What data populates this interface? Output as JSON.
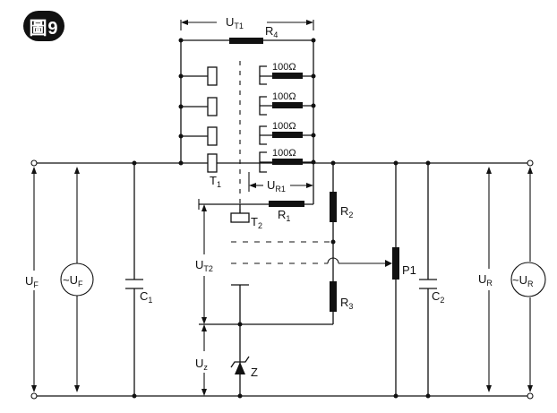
{
  "figure": {
    "badge": "圖9"
  },
  "labels": {
    "ut1": {
      "main": "U",
      "sub": "T1"
    },
    "r4": {
      "main": "R",
      "sub": "4"
    },
    "ohm": [
      "100Ω",
      "100Ω",
      "100Ω",
      "100Ω"
    ],
    "t1": {
      "main": "T",
      "sub": "1"
    },
    "ur1": {
      "main": "U",
      "sub": "R1"
    },
    "r1": {
      "main": "R",
      "sub": "1"
    },
    "t2": {
      "main": "T",
      "sub": "2"
    },
    "r2": {
      "main": "R",
      "sub": "2"
    },
    "r3": {
      "main": "R",
      "sub": "3"
    },
    "ut2": {
      "main": "U",
      "sub": "T2"
    },
    "p1": "P1",
    "uz": {
      "main": "U",
      "sub": "z"
    },
    "z": "Z",
    "uf": {
      "main": "U",
      "sub": "F"
    },
    "c1": {
      "main": "C",
      "sub": "1"
    },
    "c2": {
      "main": "C",
      "sub": "2"
    },
    "ur": {
      "main": "U",
      "sub": "R"
    },
    "src_f": {
      "prefix": "~U",
      "sub": "F"
    },
    "src_r": {
      "prefix": "~U",
      "sub": "R"
    }
  }
}
